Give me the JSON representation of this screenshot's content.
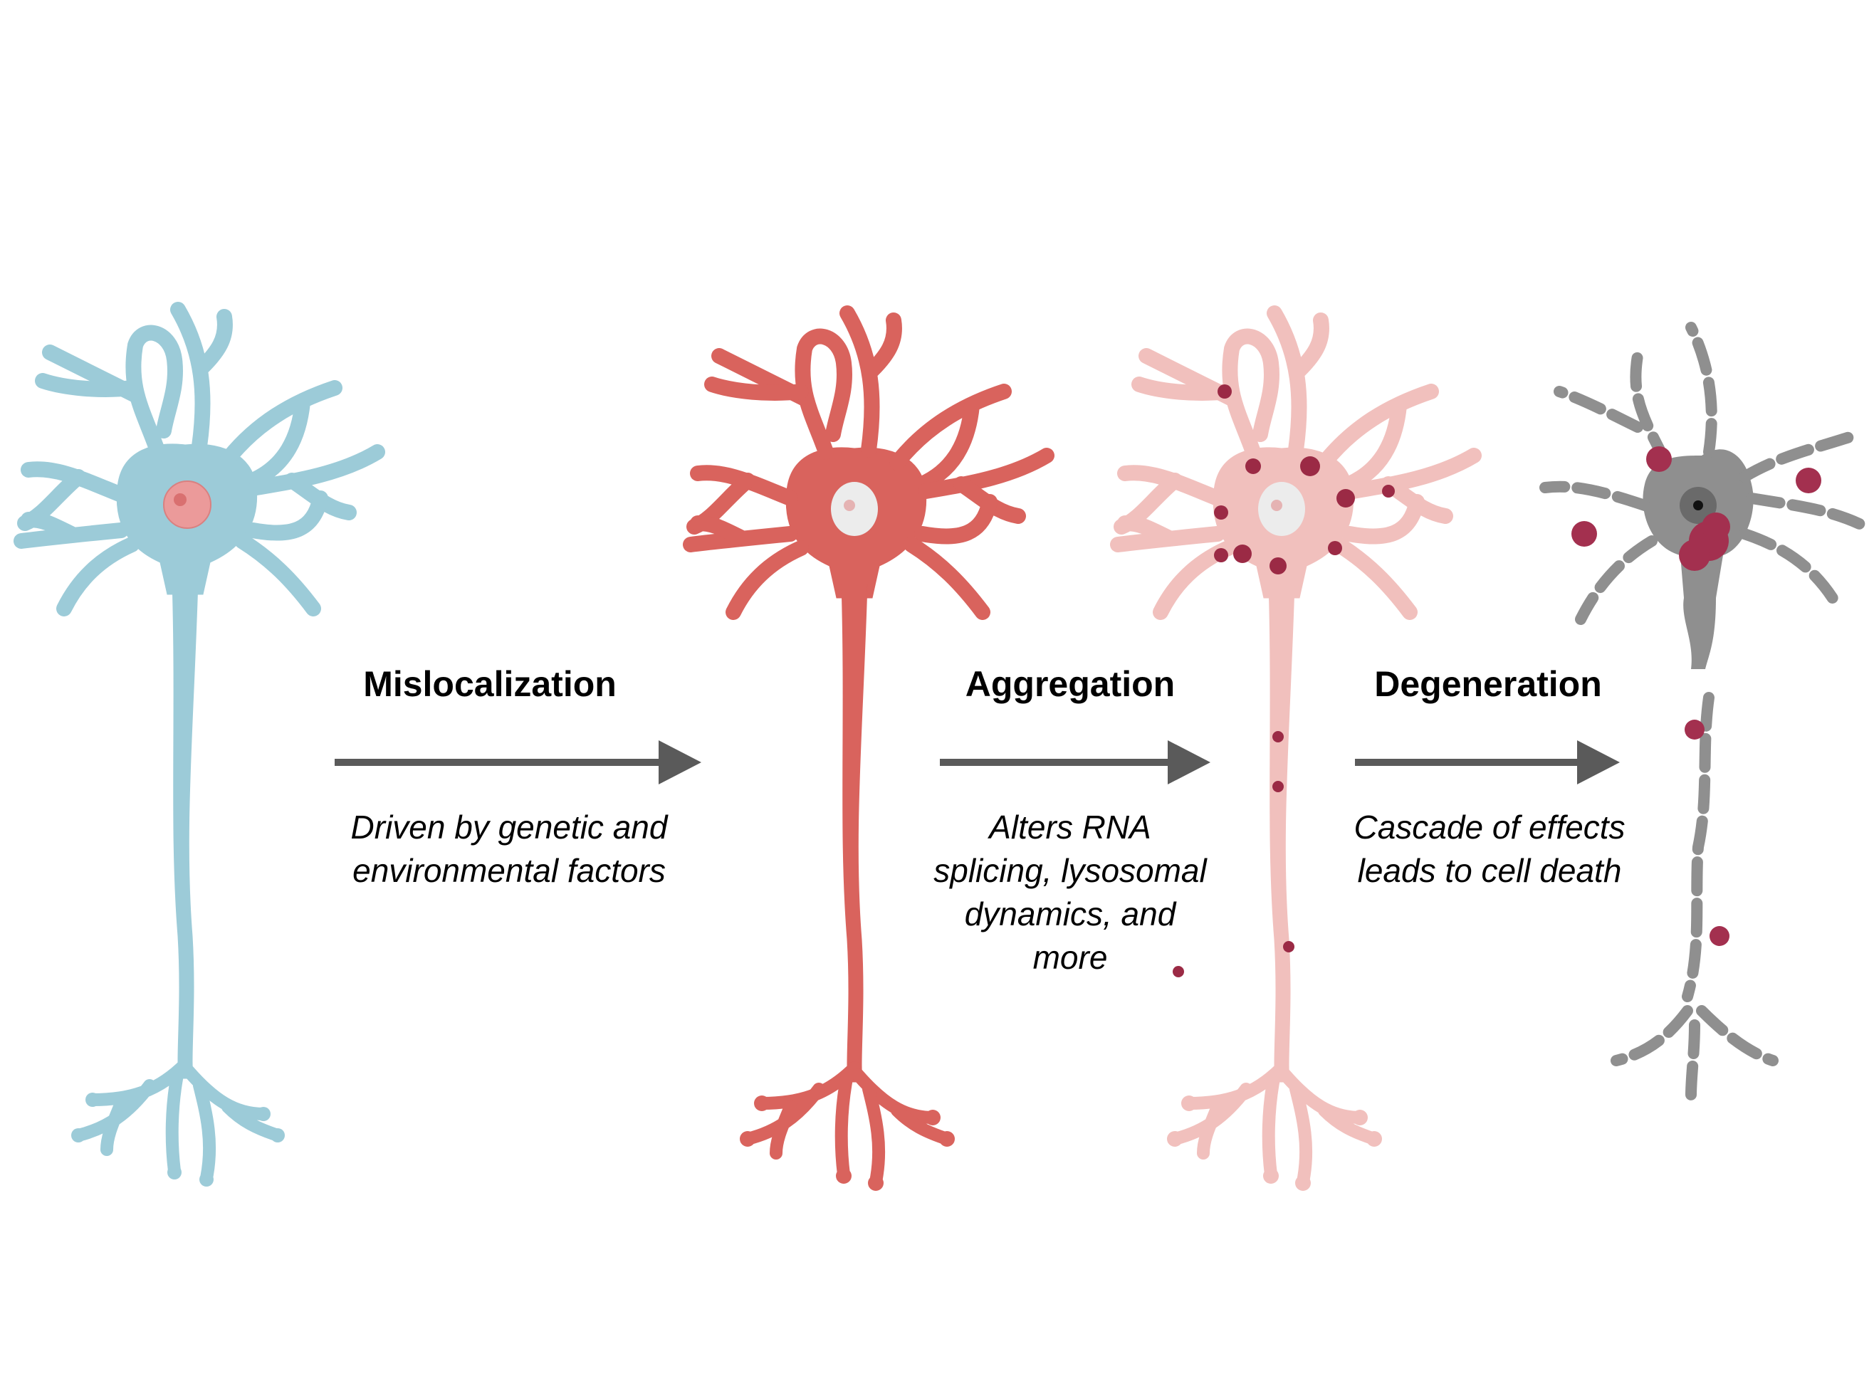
{
  "diagram": {
    "type": "process-flow",
    "stages": [
      {
        "id": "healthy",
        "description": "Healthy neuron",
        "cell_color": "#9ccbd8",
        "nucleus_color": "#eb9a9a"
      },
      {
        "id": "mislocalized",
        "description": "Neuron with mislocalized protein",
        "cell_color": "#d9635d",
        "nucleus_color": "#ececec"
      },
      {
        "id": "aggregated",
        "description": "Neuron with protein aggregates",
        "cell_color": "#f1c0bd",
        "aggregate_color": "#9b2a45"
      },
      {
        "id": "degenerated",
        "description": "Degenerating neuron",
        "cell_color": "#8f8f8f",
        "aggregate_color": "#a3304f"
      }
    ],
    "transitions": [
      {
        "title": "Mislocalization",
        "description_lines": [
          "Driven by genetic and",
          "environmental factors"
        ]
      },
      {
        "title": "Aggregation",
        "description_lines": [
          "Alters RNA",
          "splicing, lysosomal",
          "dynamics, and",
          "more"
        ]
      },
      {
        "title": "Degeneration",
        "description_lines": [
          "Cascade of effects",
          "leads to cell death"
        ]
      }
    ],
    "arrow_color": "#5a5a5a"
  }
}
